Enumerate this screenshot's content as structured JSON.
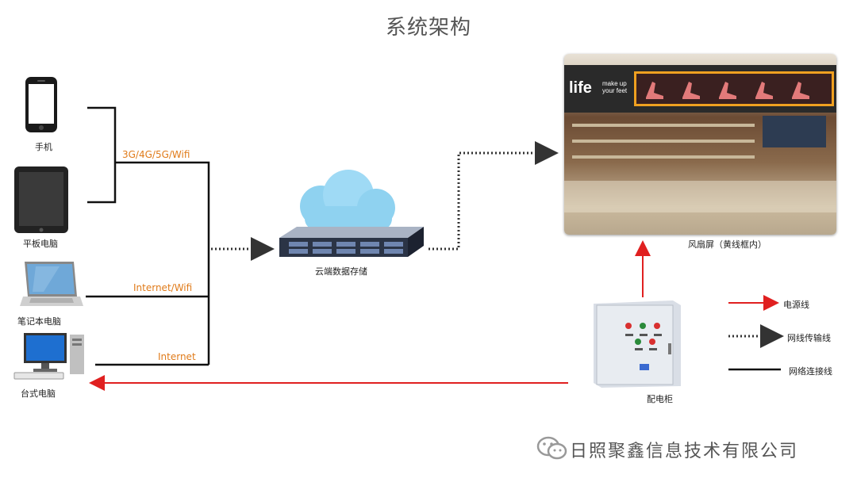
{
  "title": "系统架构",
  "devices": {
    "phone": "手机",
    "tablet": "平板电脑",
    "laptop": "笔记本电脑",
    "desktop": "台式电脑"
  },
  "connections": {
    "mobile": "3G/4G/5G/Wifi",
    "laptop": "Internet/Wifi",
    "desktop": "Internet"
  },
  "cloud": {
    "label": "云端数据存储"
  },
  "display": {
    "label": "风扇屏（黄线框内）",
    "store_logo": "life",
    "store_tagline_1": "make up",
    "store_tagline_2": "your feet",
    "highlight_color": "#f0a020"
  },
  "cabinet": {
    "label": "配电柜"
  },
  "legend": {
    "power": {
      "label": "电源线",
      "color": "#e02020"
    },
    "transfer": {
      "label": "网线传输线",
      "color": "#222222"
    },
    "network": {
      "label": "网络连接线",
      "color": "#111111"
    }
  },
  "brand": {
    "text": "日照聚鑫信息技术有限公司",
    "icon": "wechat-icon"
  }
}
